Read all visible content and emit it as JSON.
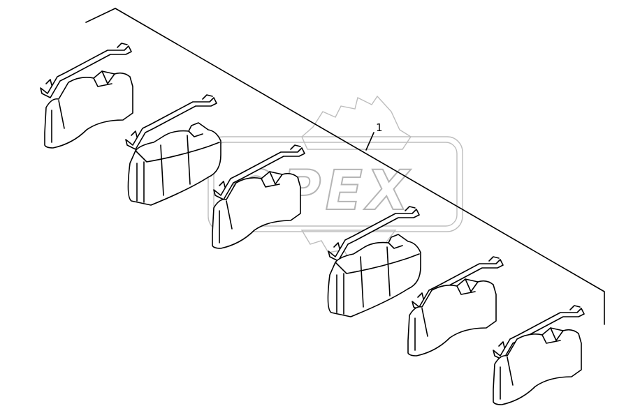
{
  "callout": {
    "number": "1"
  },
  "watermark": {
    "text": "OPEX",
    "color": "#bdbdbd"
  },
  "parts": [
    {
      "type": "brake-pad",
      "count": 6
    },
    {
      "type": "retaining-spring",
      "count": 6
    }
  ]
}
